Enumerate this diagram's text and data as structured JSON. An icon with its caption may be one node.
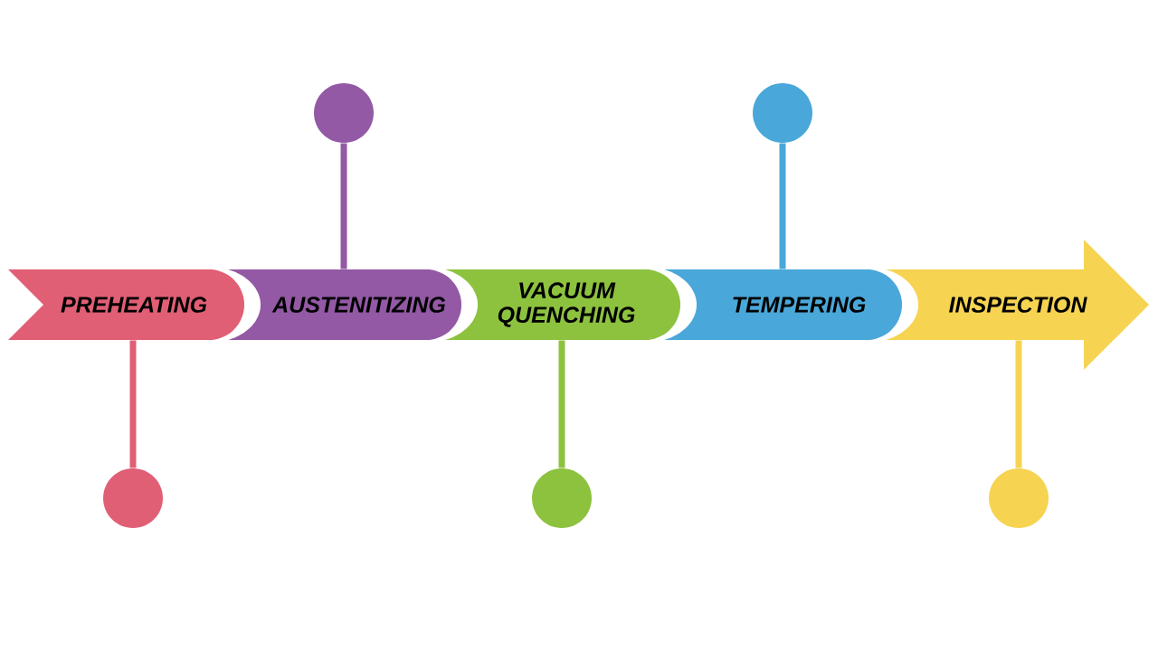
{
  "diagram": {
    "nodes": [
      {
        "text": [
          "PREHEATING"
        ]
      },
      {
        "text": [
          "AUSTENITIZING"
        ]
      },
      {
        "text": [
          "VACUUM QUENCHING"
        ]
      },
      {
        "text": [
          "TEMPERING"
        ]
      },
      {
        "text": [
          "INSPECTION"
        ]
      },
      {
        "text": [],
        "shape": "circle"
      },
      {
        "text": [],
        "shape": "circle"
      },
      {
        "text": [],
        "shape": "circle"
      },
      {
        "text": [],
        "shape": "circle"
      },
      {
        "text": [],
        "shape": "circle"
      }
    ],
    "edges": [
      {
        "from": 0,
        "to": 5,
        "arrow": "none",
        "color": "#e05f75"
      },
      {
        "from": 1,
        "to": 6,
        "arrow": "none",
        "color": "#9359a5"
      },
      {
        "from": 2,
        "to": 7,
        "arrow": "none",
        "color": "#8dc23f"
      },
      {
        "from": 3,
        "to": 8,
        "arrow": "none",
        "color": "#4aa7d9"
      },
      {
        "from": 4,
        "to": 9,
        "arrow": "none",
        "color": "#f6d452"
      }
    ]
  }
}
